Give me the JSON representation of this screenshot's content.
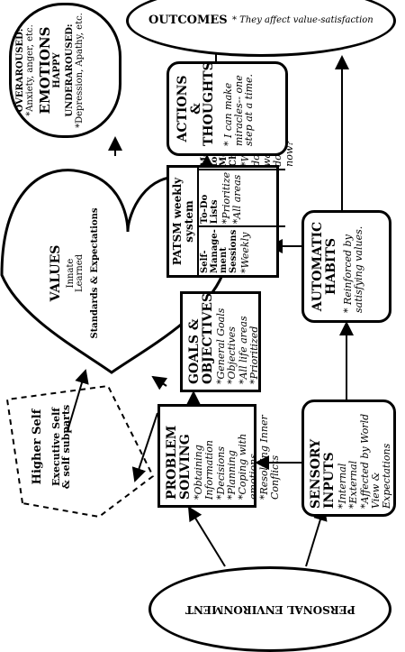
{
  "environment": {
    "label": "PERSONAL ENVIRONMENT"
  },
  "outcomes": {
    "label": "OUTCOMES",
    "note": "* They affect value-satisfaction"
  },
  "sensory": {
    "title": "SENSORY INPUTS",
    "items": [
      "Internal",
      "External",
      "Affected by World View & Expectations"
    ]
  },
  "habits": {
    "title": "AUTOMATIC HABITS",
    "note": "* Reinforced by satisfying values."
  },
  "problem": {
    "title_1": "PROBLEM",
    "title_2": "SOLVING",
    "items": [
      "Obtaining Information",
      "Decisions",
      "Planning",
      "Coping with emotions",
      "Resolving Inner Conflicts"
    ]
  },
  "goals": {
    "title": "GOALS & OBJECTIVES",
    "items": [
      "General Goals",
      "Objectives",
      "All life areas",
      "Prioritized"
    ]
  },
  "patsm": {
    "title": "PATSM weekly system",
    "col1": {
      "title": "Self-Manage-ment Sessions",
      "items": [
        "Weekly"
      ]
    },
    "col2": {
      "title": "To-Do Lists",
      "items": [
        "Prioritize",
        "All areas"
      ]
    },
    "col3": {
      "title": "Moment-to-Moment Choice:",
      "items": [
        "What do I want to do right now?"
      ]
    }
  },
  "actions": {
    "title": "ACTIONS & THOUGHTS",
    "note": "* I can make miracles-- one step at a time."
  },
  "values": {
    "title": "VALUES",
    "items": [
      "Innate",
      "Learned"
    ],
    "extra": "Standards & Expectations"
  },
  "emotions": {
    "over_label": "OVERAROUSED:",
    "over_items": "*Anxiety, anger, etc.",
    "title": "EMOTIONS",
    "happy": "HAPPY",
    "under_label": "UNDERAROUSED:",
    "under_items": "*Depression, Apathy, etc."
  },
  "higher_self": {
    "title": "Higher Self",
    "sub": "Executive Self & self subparts"
  }
}
